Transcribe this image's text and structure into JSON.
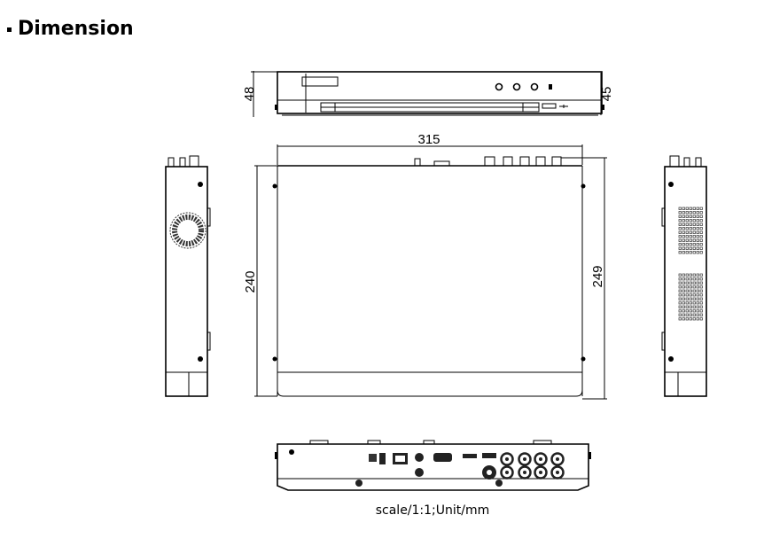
{
  "heading": "Dimension",
  "dimensions": {
    "front_height_left": "48",
    "front_height_right": "45",
    "width": "315",
    "depth_left": "240",
    "depth_right": "249"
  },
  "caption": "scale/1:1;Unit/mm"
}
